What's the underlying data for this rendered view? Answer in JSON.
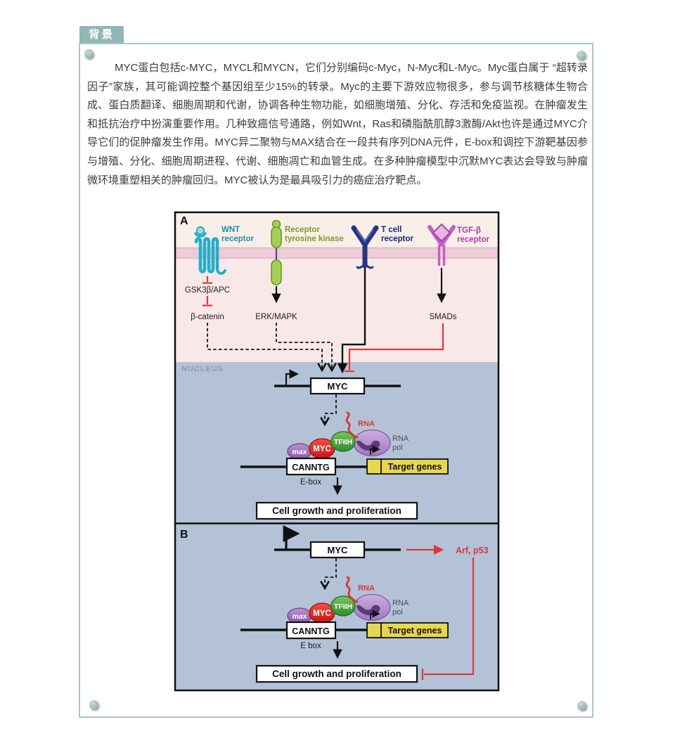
{
  "tab": {
    "label": "背景"
  },
  "background": {
    "text": "MYC蛋白包括c-MYC，MYCL和MYCN，它们分别编码c-Myc，N-Myc和L-Myc。Myc蛋白属于 “超转录因子”家族，其可能调控整个基因组至少15%的转录。Myc的主要下游效应物很多，参与调节核糖体生物合成、蛋白质翻译、细胞周期和代谢，协调各种生物功能，如细胞增殖、分化、存活和免疫监视。在肿瘤发生和抵抗治疗中扮演重要作用。几种致癌信号通路，例如Wnt，Ras和磷脂酰肌醇3激酶/Akt也许是通过MYC介导它们的促肿瘤发生作用。MYC异二聚物与MAX结合在一段共有序列DNA元件，E-box和调控下游靶基因参与增殖、分化、细胞周期进程、代谢、细胞凋亡和血管生成。在多种肿瘤模型中沉默MYC表达会导致与肿瘤微环境重塑相关的肿瘤回归。MYC被认为是最具吸引力的癌症治疗靶点。"
  },
  "figure": {
    "a": {
      "label": "A",
      "wnt_l1": "WNT",
      "wnt_l2": "receptor",
      "rtk_l1": "Receptor",
      "rtk_l2": "tyrosine kinase",
      "tcr_l1": "T cell",
      "tcr_l2": "receptor",
      "tgfb_l1": "TGF-β",
      "tgfb_l2": "receptor",
      "gsk": "GSK3β/APC",
      "bcat": "β-catenin",
      "erk": "ERK/MAPK",
      "smads": "SMADs",
      "nucleus": "NUCLEUS",
      "myc_gene": "MYC",
      "max": "max",
      "myc": "MYC",
      "tfiih": "TFIIH",
      "rna": "RNA",
      "rnapol_l1": "RNA",
      "rnapol_l2": "pol",
      "ebox_seq": "CANNTG",
      "ebox": "E-box",
      "target": "Target genes",
      "outcome": "Cell growth and proliferation"
    },
    "b": {
      "label": "B",
      "myc_gene": "MYC",
      "arf": "Arf, p53",
      "max": "max",
      "myc": "MYC",
      "tfiih": "TFIIH",
      "rna": "RNA",
      "rnapol_l1": "RNA",
      "rnapol_l2": "pol",
      "ebox_seq": "CANNTG",
      "ebox": "E box",
      "target": "Target genes",
      "outcome": "Cell growth and proliferation"
    },
    "colors": {
      "accent_teal": "#90b6b5",
      "border_teal": "#a9c6c5",
      "extracellular": "#f9efe9",
      "membrane_pink": "#ecccd6",
      "cytoplasm_pink": "#f9e8e8",
      "nucleus_blue": "#b4c2d7",
      "target_yellow": "#e9d64f",
      "inhibit_red": "#d63b3b",
      "wnt_cyan": "#22aecb",
      "rtk_green": "#a3cf54",
      "tcr_navy": "#25357f",
      "tgfb_magenta": "#c55ec2"
    }
  }
}
